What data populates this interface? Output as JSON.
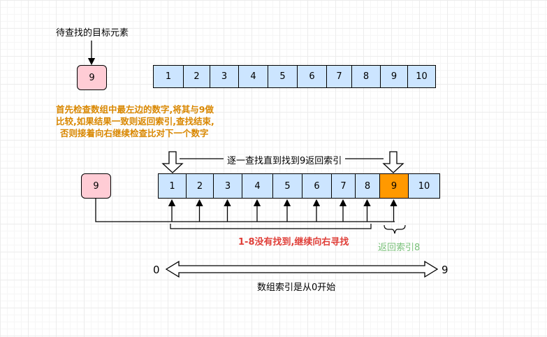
{
  "top_label": "待查找的目标元素",
  "target_value": "9",
  "array_values": [
    "1",
    "2",
    "3",
    "4",
    "5",
    "6",
    "7",
    "8",
    "9",
    "10"
  ],
  "explanation_lines": [
    "首先检查数组中最左边的数字,将其与9做",
    "比较,如果结果一致则返回索引,查找结束,",
    "否则接着向右继续检查比对下一个数字"
  ],
  "scan_label": "逐一查找直到找到9返回索引",
  "not_found_label": "1-8没有找到,继续向右寻找",
  "return_label": "返回索引8",
  "index_start": "0",
  "index_end": "9",
  "index_caption": "数组索引是从0开始",
  "colors": {
    "cell_fill": "#cce5ff",
    "target_fill": "#ffccd5",
    "found_fill": "#ff9900",
    "explanation_text": "#d98700",
    "not_found_text": "#e0403a",
    "return_text": "#7ac17a"
  },
  "found_index": 8
}
